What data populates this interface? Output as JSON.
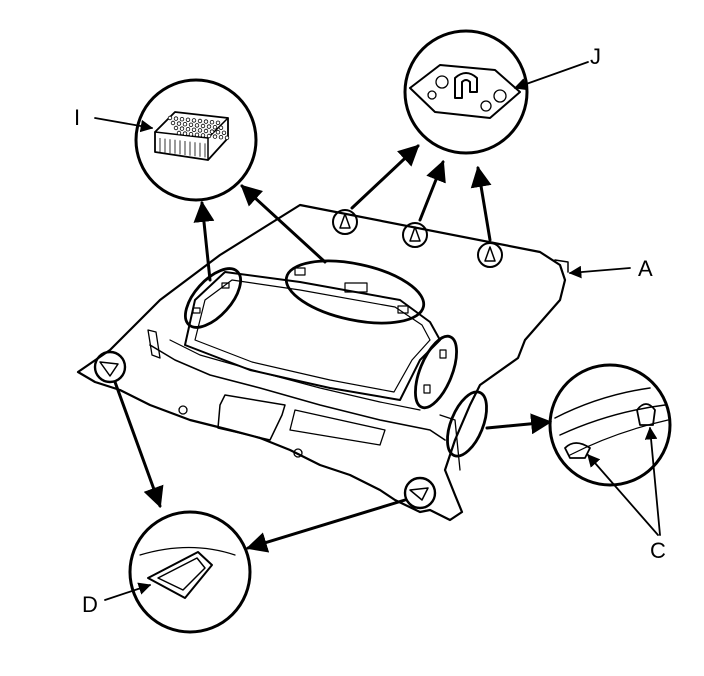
{
  "labels": {
    "A": "A",
    "C": "C",
    "D": "D",
    "I": "I",
    "J": "J"
  },
  "colors": {
    "line": "#000000",
    "panel": "#e6e6e6",
    "panel_dark": "#cfcfcf",
    "background": "#ffffff"
  }
}
